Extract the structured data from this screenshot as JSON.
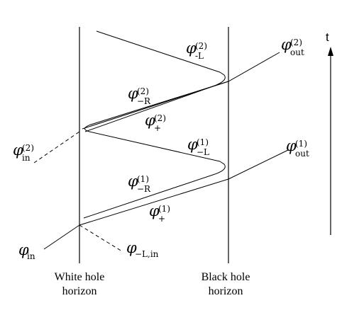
{
  "horizons": {
    "white": {
      "line1": "White hole",
      "line2": "horizon"
    },
    "black": {
      "line1": "Black hole",
      "line2": "horizon"
    }
  },
  "time_axis": {
    "label": "t"
  },
  "labels": {
    "phi_in": {
      "base": "φ",
      "sub": "in",
      "sup": ""
    },
    "phi_minus_L_in": {
      "base": "φ",
      "sub": "−L,in",
      "sup": ""
    },
    "phi_plus_1": {
      "base": "φ",
      "sub": "+",
      "sup": "(1)"
    },
    "phi_minus_R_1": {
      "base": "φ",
      "sub": "−R",
      "sup": "(1)"
    },
    "phi_minus_L_1": {
      "base": "φ",
      "sub": "−L",
      "sup": "(1)"
    },
    "phi_out_1": {
      "base": "φ",
      "sub": "out",
      "sup": "(1)"
    },
    "phi_in_2": {
      "base": "φ",
      "sub": "in",
      "sup": "(2)"
    },
    "phi_plus_2": {
      "base": "φ",
      "sub": "+",
      "sup": "(2)"
    },
    "phi_minus_R_2": {
      "base": "φ",
      "sub": "−R",
      "sup": "(2)"
    },
    "phi_minus_L_2": {
      "base": "φ",
      "sub": "-L",
      "sup": "(2)"
    },
    "phi_out_2": {
      "base": "φ",
      "sub": "out",
      "sup": "(2)"
    }
  }
}
